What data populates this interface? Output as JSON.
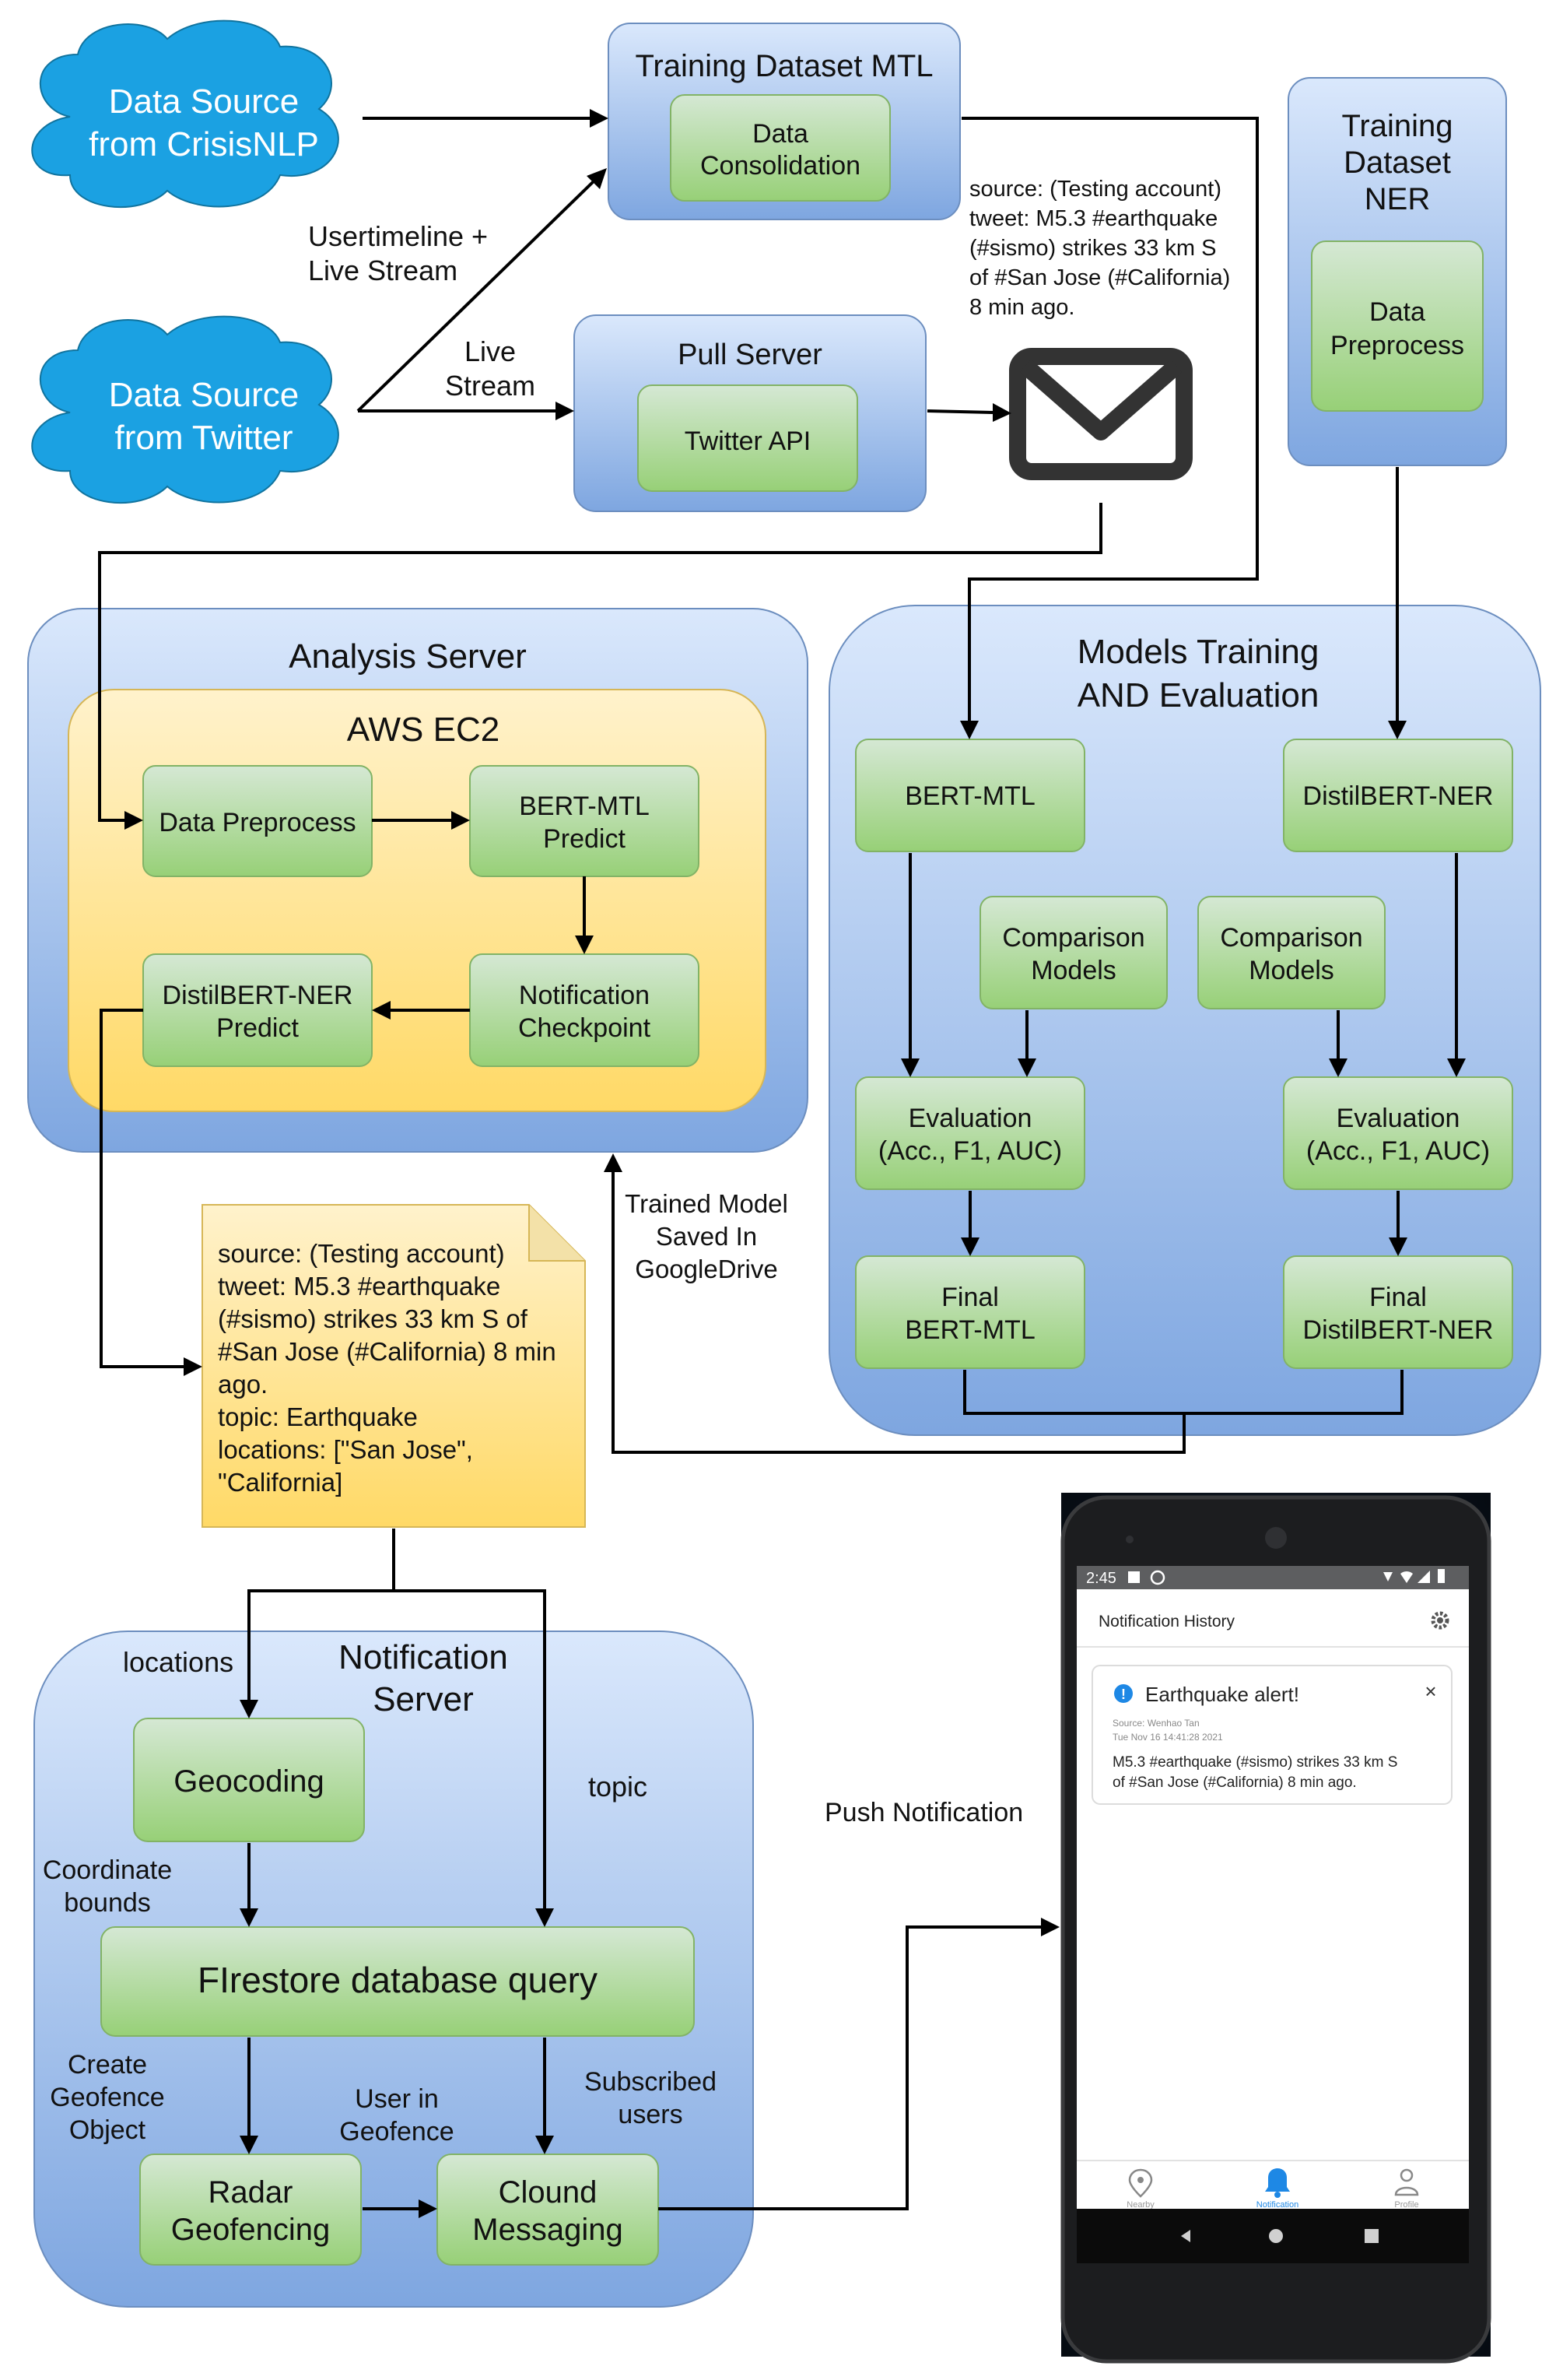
{
  "clouds": {
    "crisisnlp": [
      "Data Source",
      "from CrisisNLP"
    ],
    "twitter": [
      "Data Source",
      "from Twitter"
    ]
  },
  "training_mtl": {
    "title": "Training Dataset MTL",
    "box": [
      "Data",
      "Consolidation"
    ]
  },
  "training_ner": {
    "title": [
      "Training",
      "Dataset",
      "NER"
    ],
    "box": [
      "Data",
      "Preprocess"
    ]
  },
  "pull_server": {
    "title": "Pull Server",
    "box": "Twitter API"
  },
  "edge_labels": {
    "usertimeline": [
      "Usertimeline +",
      "Live Stream"
    ],
    "live_stream": [
      "Live",
      "Stream"
    ],
    "trained_model": [
      "Trained Model",
      "Saved In",
      "GoogleDrive"
    ],
    "locations": "locations",
    "topic": "topic",
    "coordinate_bounds": [
      "Coordinate",
      "bounds"
    ],
    "create_geofence": [
      "Create",
      "Geofence",
      "Object"
    ],
    "user_in_geofence": [
      "User in",
      "Geofence"
    ],
    "subscribed_users": [
      "Subscribed",
      "users"
    ],
    "push_notification": "Push Notification"
  },
  "tweet_text": [
    "source: (Testing account)",
    "tweet: M5.3 #earthquake",
    "(#sismo) strikes 33 km S",
    "of #San Jose (#California)",
    "8 min ago."
  ],
  "analysis_server": {
    "title": "Analysis Server",
    "ec2_title": "AWS EC2",
    "data_preprocess": "Data Preprocess",
    "bert_predict": [
      "BERT-MTL",
      "Predict"
    ],
    "notification_checkpoint": [
      "Notification",
      "Checkpoint"
    ],
    "distil_predict": [
      "DistilBERT-NER",
      "Predict"
    ]
  },
  "models_training": {
    "title": [
      "Models Training",
      "AND Evaluation"
    ],
    "bert_mtl": "BERT-MTL",
    "distil_ner": "DistilBERT-NER",
    "comparison_left": [
      "Comparison",
      "Models"
    ],
    "comparison_right": [
      "Comparison",
      "Models"
    ],
    "eval_left": [
      "Evaluation",
      "(Acc., F1, AUC)"
    ],
    "eval_right": [
      "Evaluation",
      "(Acc., F1, AUC)"
    ],
    "final_left": [
      "Final",
      "BERT-MTL"
    ],
    "final_right": [
      "Final",
      "DistilBERT-NER"
    ]
  },
  "note_text": [
    "source: (Testing account)",
    "tweet: M5.3 #earthquake",
    "(#sismo) strikes 33 km S of",
    "#San Jose (#California) 8 min",
    "ago.",
    "topic: Earthquake",
    "locations: [\"San Jose\",",
    "\"California]"
  ],
  "notification_server": {
    "title": [
      "Notification",
      "Server"
    ],
    "geocoding": "Geocoding",
    "firestore": "FIrestore database query",
    "radar": [
      "Radar",
      "Geofencing"
    ],
    "cloud_messaging": [
      "Clound",
      "Messaging"
    ]
  },
  "phone": {
    "status_time": "2:45",
    "header_title": "Notification History",
    "notif_title": "Earthquake alert!",
    "notif_source": "Source: Wenhao Tan",
    "notif_time": "Tue Nov 16 14:41:28 2021",
    "notif_body": [
      "M5.3 #earthquake (#sismo) strikes 33 km S",
      "of #San Jose (#California) 8 min ago."
    ],
    "notif_close": "×",
    "tabs": [
      "Nearby",
      "Notification",
      "Profile"
    ]
  },
  "colors": {
    "cloud": "#1ba1e2",
    "green_top": "#d5e8d4",
    "green_bottom": "#97d077",
    "blue_top": "#dae8fc",
    "blue_bottom": "#7ea6e0",
    "yellow_top": "#fff2cc",
    "yellow_bottom": "#ffd966",
    "phone_accent": "#1e88e5"
  }
}
